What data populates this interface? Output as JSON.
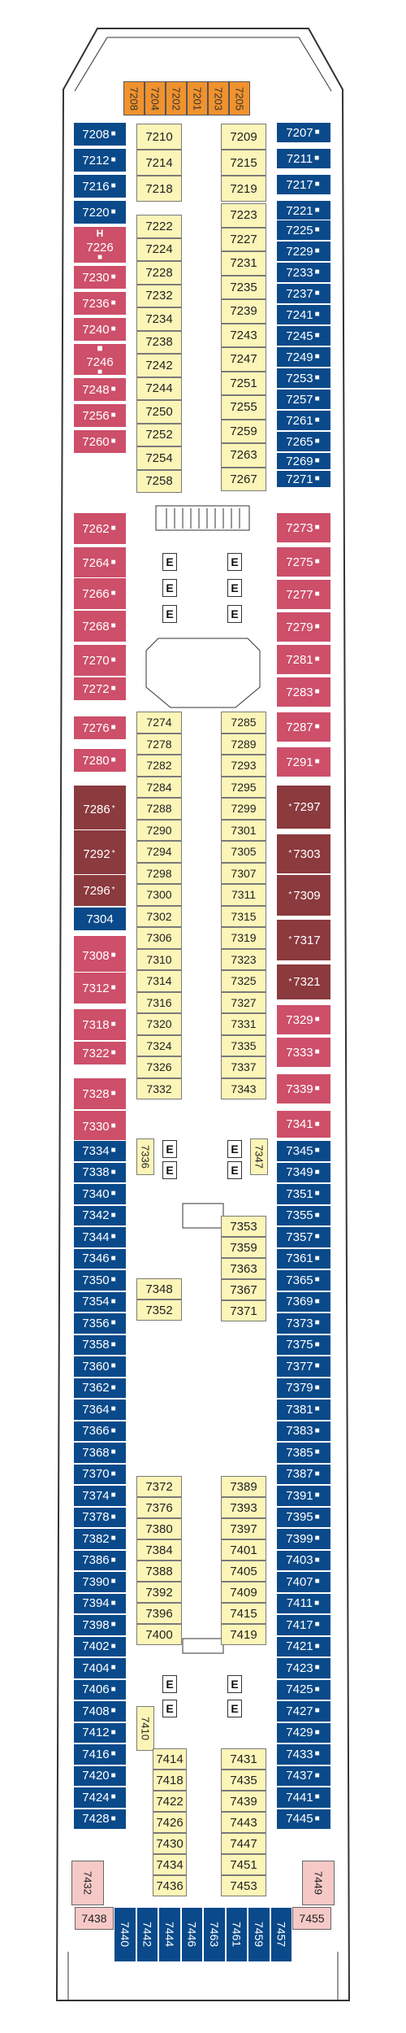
{
  "colors": {
    "interior": "#fcf5b8",
    "ocean_view": "#0a4a8a",
    "balcony": "#cd4f6a",
    "suite": "#8b3a3e",
    "special": "#f0922d",
    "accessible": "#f6c9c7"
  },
  "top_cabins": [
    "7208",
    "7204",
    "7202",
    "7201",
    "7203",
    "7205"
  ],
  "left_outer": [
    {
      "n": "7208",
      "c": "blue",
      "m": "■"
    },
    {
      "n": "7212",
      "c": "blue",
      "m": "■"
    },
    {
      "n": "7216",
      "c": "blue",
      "m": "■"
    },
    {
      "n": "7220",
      "c": "blue",
      "m": "■"
    },
    {
      "n": "7226",
      "c": "pink",
      "m": "■",
      "top": "H"
    },
    {
      "n": "7230",
      "c": "pink",
      "m": "■"
    },
    {
      "n": "7236",
      "c": "pink",
      "m": "■"
    },
    {
      "n": "7240",
      "c": "pink",
      "m": "■"
    },
    {
      "n": "7246",
      "c": "pink",
      "m": "■",
      "top": "■"
    },
    {
      "n": "7248",
      "c": "pink",
      "m": "■"
    },
    {
      "n": "7256",
      "c": "pink",
      "m": "■"
    },
    {
      "n": "7260",
      "c": "pink",
      "m": "■"
    },
    {
      "n": "7262",
      "c": "pink",
      "m": "■"
    },
    {
      "n": "7264",
      "c": "pink",
      "m": "■"
    },
    {
      "n": "7266",
      "c": "pink",
      "m": "■"
    },
    {
      "n": "7268",
      "c": "pink",
      "m": "■"
    },
    {
      "n": "7270",
      "c": "pink",
      "m": "■"
    },
    {
      "n": "7272",
      "c": "pink",
      "m": "■"
    },
    {
      "n": "7276",
      "c": "pink",
      "m": "■"
    },
    {
      "n": "7280",
      "c": "pink",
      "m": "■"
    },
    {
      "n": "7286",
      "c": "maroon",
      "m": "*"
    },
    {
      "n": "7292",
      "c": "maroon",
      "m": "*"
    },
    {
      "n": "7296",
      "c": "maroon",
      "m": "*"
    },
    {
      "n": "7304",
      "c": "blue",
      "m": ""
    },
    {
      "n": "7308",
      "c": "pink",
      "m": "■"
    },
    {
      "n": "7312",
      "c": "pink",
      "m": "■"
    },
    {
      "n": "7318",
      "c": "pink",
      "m": "■"
    },
    {
      "n": "7322",
      "c": "pink",
      "m": "■"
    },
    {
      "n": "7328",
      "c": "pink",
      "m": "■"
    },
    {
      "n": "7330",
      "c": "pink",
      "m": "■"
    }
  ],
  "right_outer": [
    {
      "n": "7207",
      "c": "blue",
      "m": "■"
    },
    {
      "n": "7211",
      "c": "blue",
      "m": "■"
    },
    {
      "n": "7217",
      "c": "blue",
      "m": "■"
    },
    {
      "n": "7221",
      "c": "blue",
      "m": "■"
    },
    {
      "n": "7225",
      "c": "blue",
      "m": "■"
    },
    {
      "n": "7229",
      "c": "blue",
      "m": "■"
    },
    {
      "n": "7233",
      "c": "blue",
      "m": "■"
    },
    {
      "n": "7237",
      "c": "blue",
      "m": "■"
    },
    {
      "n": "7241",
      "c": "blue",
      "m": "■"
    },
    {
      "n": "7245",
      "c": "blue",
      "m": "■"
    },
    {
      "n": "7249",
      "c": "blue",
      "m": "■"
    },
    {
      "n": "7253",
      "c": "blue",
      "m": "■"
    },
    {
      "n": "7257",
      "c": "blue",
      "m": "■"
    },
    {
      "n": "7261",
      "c": "blue",
      "m": "■"
    },
    {
      "n": "7265",
      "c": "blue",
      "m": "■"
    },
    {
      "n": "7269",
      "c": "blue",
      "m": "■"
    },
    {
      "n": "7271",
      "c": "blue",
      "m": "■"
    },
    {
      "n": "7273",
      "c": "pink",
      "m": "■"
    },
    {
      "n": "7275",
      "c": "pink",
      "m": "■"
    },
    {
      "n": "7277",
      "c": "pink",
      "m": "■"
    },
    {
      "n": "7279",
      "c": "pink",
      "m": "■"
    },
    {
      "n": "7281",
      "c": "pink",
      "m": "■"
    },
    {
      "n": "7283",
      "c": "pink",
      "m": "■"
    },
    {
      "n": "7287",
      "c": "pink",
      "m": "■"
    },
    {
      "n": "7291",
      "c": "pink",
      "m": "■"
    },
    {
      "n": "7297",
      "c": "maroon",
      "m": "*"
    },
    {
      "n": "7303",
      "c": "maroon",
      "m": "*"
    },
    {
      "n": "7309",
      "c": "maroon",
      "m": "*"
    },
    {
      "n": "7317",
      "c": "maroon",
      "m": "*"
    },
    {
      "n": "7321",
      "c": "maroon",
      "m": "*"
    },
    {
      "n": "7329",
      "c": "pink",
      "m": "■"
    },
    {
      "n": "7333",
      "c": "pink",
      "m": "■"
    },
    {
      "n": "7339",
      "c": "pink",
      "m": "■"
    },
    {
      "n": "7341",
      "c": "pink",
      "m": "■"
    }
  ],
  "inner_left_a": [
    "7210",
    "7214",
    "7218"
  ],
  "inner_right_a": [
    "7209",
    "7215",
    "7219"
  ],
  "inner_left_b": [
    "7222",
    "7224",
    "7228",
    "7232",
    "7234",
    "7238",
    "7242",
    "7244",
    "7250",
    "7252",
    "7254",
    "7258"
  ],
  "inner_right_b": [
    "7223",
    "7227",
    "7231",
    "7235",
    "7239",
    "7243",
    "7247",
    "7251",
    "7255",
    "7259",
    "7263",
    "7267"
  ],
  "inner_left_c": [
    "7274",
    "7278",
    "7282",
    "7284",
    "7288",
    "7290",
    "7294",
    "7298",
    "7300",
    "7302",
    "7306",
    "7310",
    "7314",
    "7316",
    "7320",
    "7324",
    "7326",
    "7332"
  ],
  "inner_right_c": [
    "7285",
    "7289",
    "7293",
    "7295",
    "7299",
    "7301",
    "7305",
    "7307",
    "7311",
    "7315",
    "7319",
    "7323",
    "7325",
    "7327",
    "7331",
    "7335",
    "7337",
    "7343"
  ],
  "left_aft": [
    "7334",
    "7338",
    "7340",
    "7342",
    "7344",
    "7346",
    "7350",
    "7354",
    "7356",
    "7358",
    "7360",
    "7362",
    "7364",
    "7366",
    "7368",
    "7370",
    "7374",
    "7378",
    "7382",
    "7386",
    "7390",
    "7394",
    "7398",
    "7402",
    "7404",
    "7406",
    "7408",
    "7412",
    "7416",
    "7420",
    "7424",
    "7428"
  ],
  "right_aft": [
    "7345",
    "7349",
    "7351",
    "7355",
    "7357",
    "7361",
    "7365",
    "7369",
    "7373",
    "7375",
    "7377",
    "7379",
    "7381",
    "7383",
    "7385",
    "7387",
    "7391",
    "7395",
    "7399",
    "7403",
    "7407",
    "7411",
    "7417",
    "7421",
    "7423",
    "7425",
    "7427",
    "7429",
    "7433",
    "7437",
    "7441",
    "7445"
  ],
  "mid_aft_left": [
    "7348",
    "7352"
  ],
  "mid_aft_right": [
    "7353",
    "7359",
    "7363",
    "7367",
    "7371"
  ],
  "inner_left_d": [
    "7372",
    "7376",
    "7380",
    "7384",
    "7388",
    "7392",
    "7396",
    "7400"
  ],
  "inner_right_d": [
    "7389",
    "7393",
    "7397",
    "7401",
    "7405",
    "7409",
    "7415",
    "7419"
  ],
  "inner_left_e": [
    "7414",
    "7418",
    "7422",
    "7426",
    "7430",
    "7434",
    "7436"
  ],
  "inner_right_e": [
    "7431",
    "7435",
    "7439",
    "7443",
    "7447",
    "7451",
    "7453"
  ],
  "vertical_cabins": [
    "7336",
    "7347",
    "7410"
  ],
  "corner_cabins": [
    "7432",
    "7449",
    "7438",
    "7455"
  ],
  "stern_cabins": [
    "7440",
    "7442",
    "7444",
    "7446",
    "7463",
    "7461",
    "7459",
    "7457"
  ],
  "labels": {
    "elevator": "E",
    "handicap": "H"
  }
}
